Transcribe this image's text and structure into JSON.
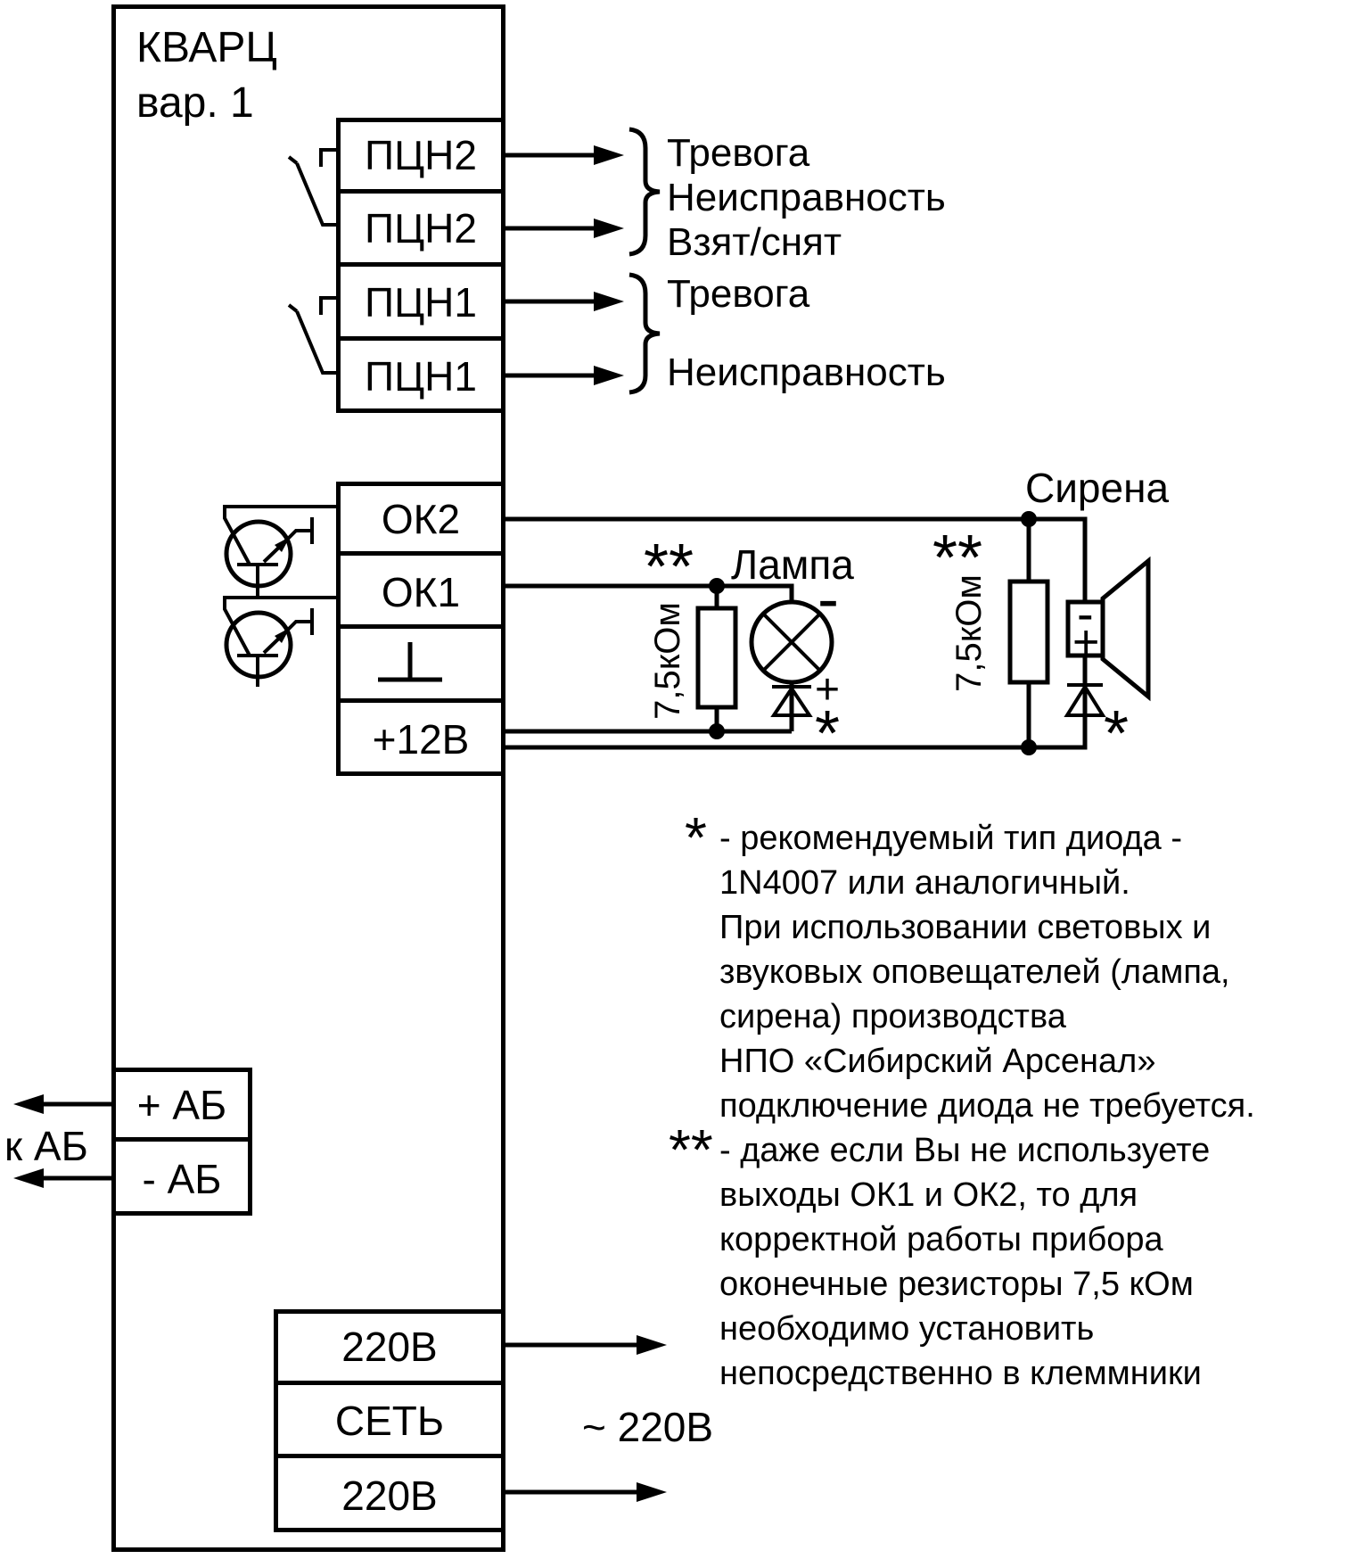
{
  "device": {
    "name": "КВАРЦ",
    "variant": "вар. 1"
  },
  "blocks": {
    "pcn": {
      "rows": [
        "ПЦН2",
        "ПЦН2",
        "ПЦН1",
        "ПЦН1"
      ]
    },
    "ok": {
      "rows": [
        "ОК2",
        "ОК1",
        "",
        "+12В"
      ]
    },
    "battery": {
      "rows": [
        "+ АБ",
        "- АБ"
      ]
    },
    "power": {
      "rows": [
        "220В",
        "СЕТЬ",
        "220В"
      ]
    }
  },
  "icons": {
    "ok_ground": "ground-icon",
    "transistors": "open-collector-transistor-icon",
    "relay": "relay-contact-icon",
    "lamp": "lamp-icon",
    "speaker": "siren-speaker-icon",
    "diode": "diode-icon"
  },
  "labels": {
    "pcn2_outputs": [
      "Тревога",
      "Неисправность",
      "Взят/снят"
    ],
    "pcn1_outputs": [
      "Тревога",
      "Неисправность"
    ],
    "battery": "к АБ",
    "mains": "~ 220В",
    "lamp": "Лампа",
    "siren": "Сирена",
    "lamp_resistor": "7,5кОм",
    "siren_resistor": "7,5кОм",
    "lamp_resistor_stars": "**",
    "siren_resistor_stars": "**",
    "lamp_diode_star": "*",
    "siren_diode_star": "*",
    "lamp_minus": "-",
    "lamp_plus": "+",
    "speaker_minus": "-",
    "speaker_plus": "+"
  },
  "footnotes": [
    {
      "bullet": "*",
      "lines": [
        "- рекомендуемый тип диода -",
        "1N4007 или аналогичный.",
        "При использовании световых и",
        "звуковых оповещателей (лампа,",
        "сирена) производства",
        "НПО «Сибирский Арсенал»",
        "подключение диода не требуется."
      ]
    },
    {
      "bullet": "**",
      "lines": [
        "- даже если Вы не используете",
        "выходы ОК1 и ОК2, то для",
        "корректной работы прибора",
        "оконечные резисторы 7,5 кОм",
        "необходимо установить",
        "непосредственно в клеммники"
      ]
    }
  ],
  "colors": {
    "ink": "#000000",
    "background": "#ffffff"
  }
}
